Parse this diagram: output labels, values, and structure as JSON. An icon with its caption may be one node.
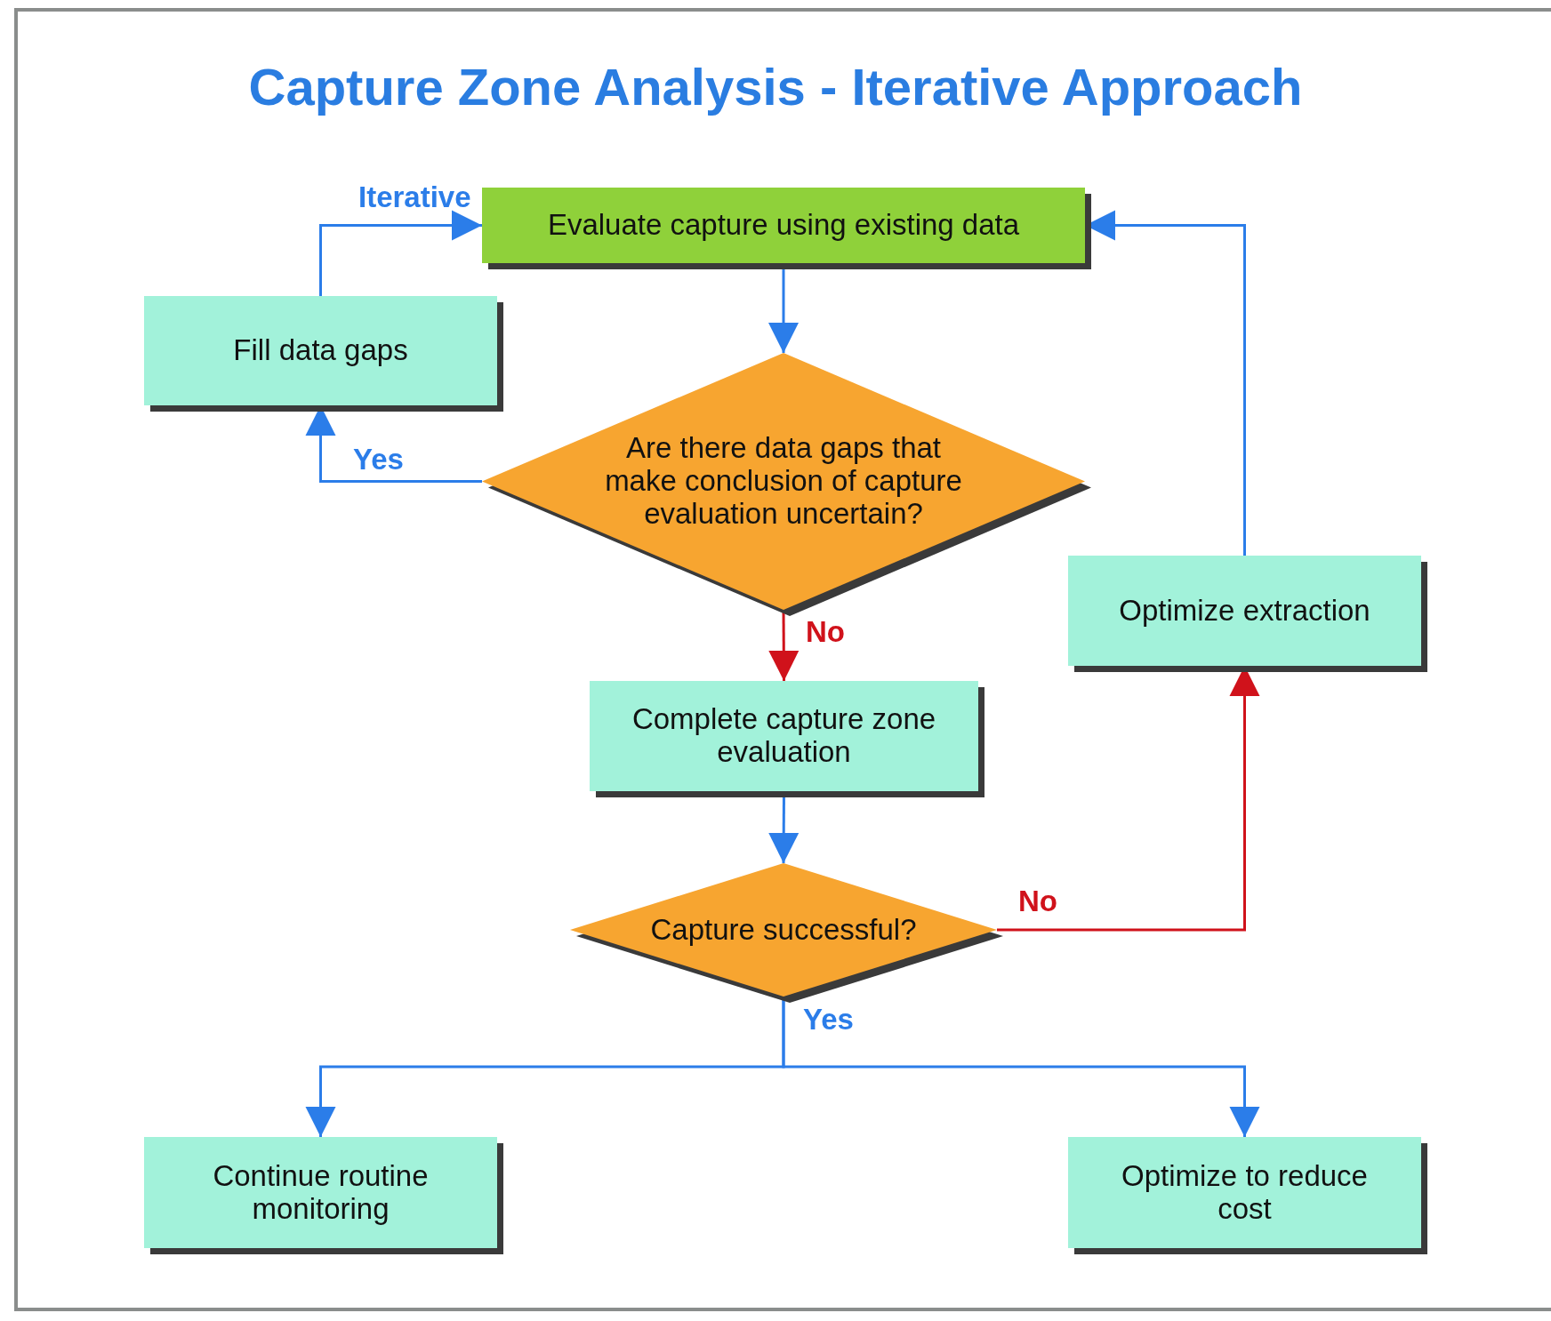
{
  "diagram": {
    "title": "Capture Zone Analysis - Iterative Approach",
    "nodes": [
      {
        "text": [
          "Evaluate capture using existing data"
        ]
      },
      {
        "text": [
          "Fill data gaps"
        ]
      },
      {
        "text": [
          "Are there data gaps that make conclusion of capture evaluation uncertain?"
        ]
      },
      {
        "text": [
          "Optimize extraction"
        ]
      },
      {
        "text": [
          "Complete capture zone evaluation"
        ]
      },
      {
        "text": [
          "Capture successful?"
        ]
      },
      {
        "text": [
          "Continue routine monitoring"
        ]
      },
      {
        "text": [
          "Optimize to reduce cost"
        ]
      }
    ],
    "edges": [
      {
        "from": 1,
        "to": 0,
        "arrow": "to",
        "label": "Iterative"
      },
      {
        "from": 0,
        "to": 2,
        "arrow": "to"
      },
      {
        "from": 2,
        "to": 1,
        "arrow": "to",
        "label": "Yes"
      },
      {
        "from": 2,
        "to": 4,
        "arrow": "to",
        "label": "No",
        "color": "#d0121b"
      },
      {
        "from": 4,
        "to": 5,
        "arrow": "to"
      },
      {
        "from": 5,
        "to": 3,
        "arrow": "to",
        "label": "No",
        "color": "#d0121b"
      },
      {
        "from": 3,
        "to": 0,
        "arrow": "to"
      },
      {
        "from": 5,
        "to": 6,
        "arrow": "to",
        "label": "Yes"
      },
      {
        "from": 5,
        "to": 7,
        "arrow": "to"
      }
    ]
  }
}
